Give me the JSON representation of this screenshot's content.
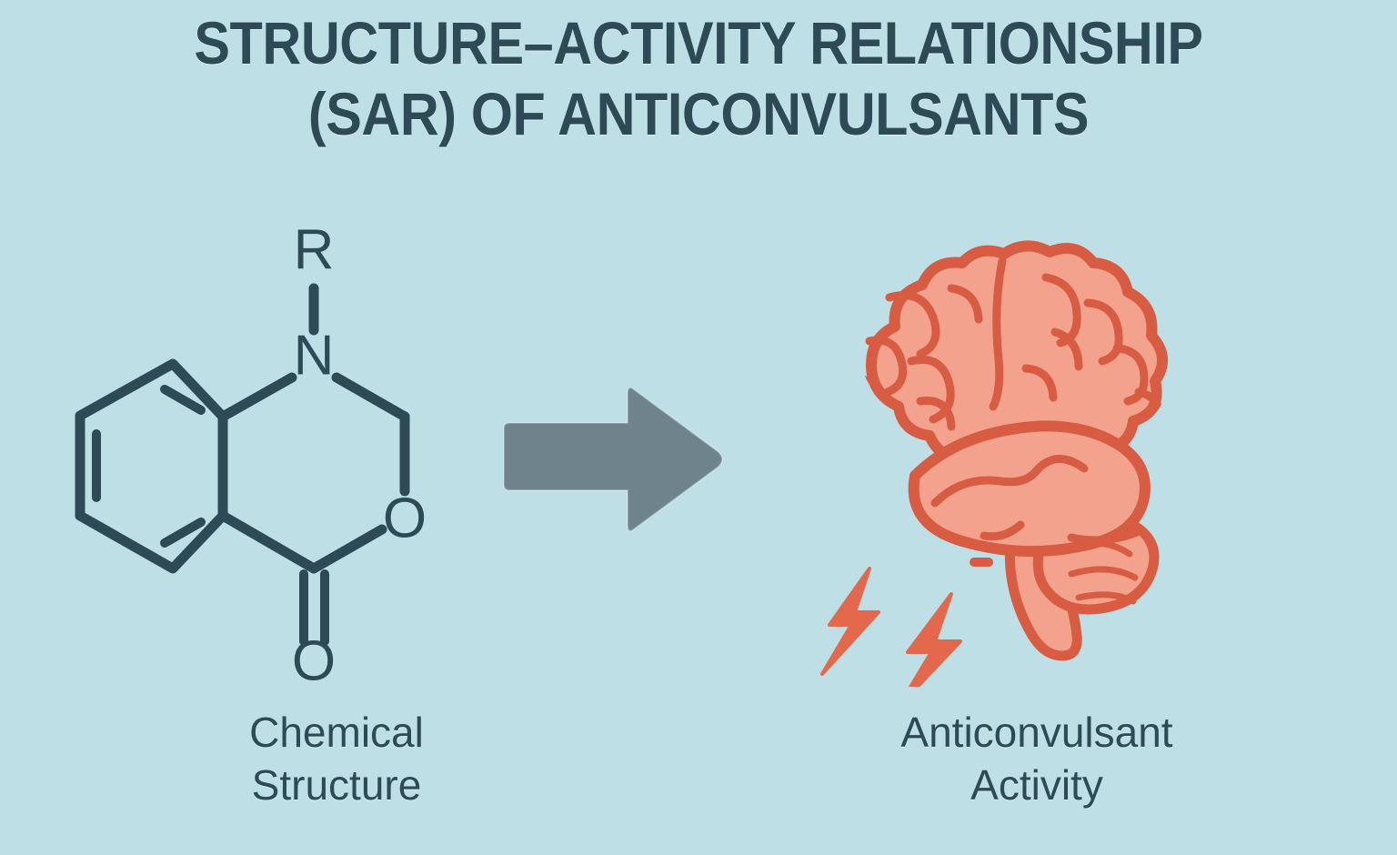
{
  "meta": {
    "background_color": "#bfdfe6",
    "ink_color": "#2d4a56",
    "arrow_color": "#6e838b",
    "brain_fill": "#f3a28d",
    "brain_outline": "#d75c42",
    "bolt_color": "#e4684b"
  },
  "title": {
    "line1": "STRUCTURE–ACTIVITY RELATIONSHIP",
    "line2": "(SAR) OF ANTICONVULSANTS"
  },
  "left_panel": {
    "caption": "Chemical\nStructure",
    "caption_line1": "Chemical",
    "caption_line2": "Structure",
    "structure": {
      "name": "benzoxazinone-core",
      "atom_labels": [
        {
          "text": "R",
          "role": "r-group-substituent"
        },
        {
          "text": "N",
          "role": "ring-nitrogen"
        },
        {
          "text": "O",
          "role": "ring-oxygen"
        },
        {
          "text": "O",
          "role": "carbonyl-oxygen"
        }
      ],
      "features": [
        "fused benzene ring with aromatic double bonds",
        "six-membered heterocycle containing N and O",
        "carbonyl (C=O) double bond",
        "R substituent bonded to nitrogen"
      ]
    }
  },
  "connector": {
    "icon": "right-arrow-icon",
    "direction": "right",
    "meaning": "leads to"
  },
  "right_panel": {
    "caption": "Anticonvulsant\nActivity",
    "caption_line1": "Anticonvulsant",
    "caption_line2": "Activity",
    "illustration": {
      "name": "brain-illustration",
      "parts": [
        "cerebrum",
        "temporal-lobe",
        "cerebellum",
        "brainstem"
      ],
      "accents": [
        "lightning-bolt",
        "lightning-bolt"
      ]
    }
  }
}
